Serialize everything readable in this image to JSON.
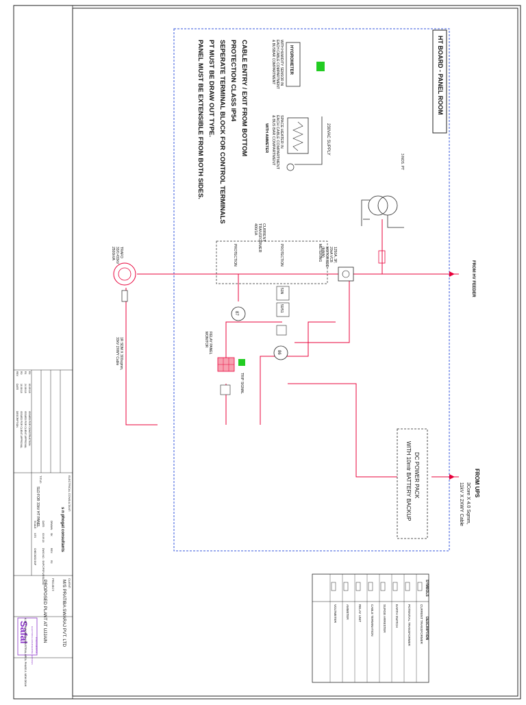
{
  "colors": {
    "red_line": "#e8003a",
    "blue_border": "#3355dd",
    "green_marker": "#22cc22",
    "brand_purple": "#8a33c8"
  },
  "board": {
    "title": "HT BOARD - PANEL ROOM",
    "notes": [
      "CABLE ENTRY / EXIT FROM BOTTOM",
      "PROTECTION CLASS IP54",
      "SEPERATE TERMINAL BLOCK FOR CONTROL TERMINALS",
      "PT MUST BE DRAW OUT TYPE.",
      "PANEL MUST BE EXTENSIBLE FROM BOTH SIDES."
    ],
    "hygrometer": "HYGROMETER",
    "hygrometer_note": [
      "WITH HUMIDITY SENSOR IN",
      "EACH CABLE COMPARTMENT",
      "& BUSBAR COMPARTMENT"
    ],
    "supply": "230VAC SUPPLY",
    "heater_note": [
      "SPACE HEATER IN",
      "EACH CABLE COMPARTMENT",
      "& BUS BAR COMPARTMENT",
      "WITH AMMETER"
    ],
    "ct_label": [
      "CURRENT",
      "TRANSFORMER",
      "400/1A"
    ],
    "breaker": [
      "1250A, 3P,",
      "20kA VCB",
      "MOTORISED",
      "(MAIN)"
    ],
    "protection_labels": [
      "METERING",
      "PROTECTION",
      "PROTECTION"
    ],
    "relay_codes": [
      "87",
      "86",
      "51N",
      "50/51"
    ],
    "dc_power": [
      "DC POWER PACK",
      "WITH 10mtr BATTERY BACKUP"
    ],
    "from_ups": "FROM UPS",
    "ups_cable": [
      "3Core X 4.0 Sqmm,",
      "11kV X 2XWY Cable"
    ],
    "from_hv_feeder": "FROM HV FEEDER",
    "transformer": [
      "TRAFO",
      "33/0.433kV",
      "2500kVA"
    ],
    "relay_panel": [
      "RELAY PANEL",
      "MONITOR"
    ],
    "trip_signal": "TRIP SIGNAL",
    "to_trafo_cable": [
      "1R SDM X 300sqmm,",
      "33kV 2XWY Cable"
    ]
  },
  "legend": {
    "heading": "SYMBOLS",
    "description_heading": "DESCRIPTION",
    "items": [
      "CURRENT TRANSFORMER",
      "POTENTIAL TRANSFORMER",
      "EARTH SWITCH",
      "SURGE ARRESTER",
      "CABLE TERMINATION",
      "RELAY UNIT",
      "AMMETER",
      "VOLTMETER"
    ]
  },
  "title_block": {
    "client_label": "CLIENT:",
    "client": "M/S PRATIBA SWARAJ PVT. LTD",
    "project_label": "PROJECT:",
    "project": "PROPOSED PLANT AT UJJAIN",
    "consultant_label": "ELECTRICAL CONSULTANT:",
    "consultant": "s n phogat consultants",
    "drawing_title_label": "TITLE:",
    "drawing_title": "SLD FOR 33kV HT PANEL",
    "firm_name": "Safal",
    "firm_suffix": "ENGINEERS",
    "firm_tagline": "ELECTRICAL ENGINEERING SERVICES",
    "firm_address": "A-15/1, MAYAPURI INDUSTRIAL AREA, PHASE-II, NEW DELHI",
    "revisions": [
      {
        "rev": "R0",
        "date": "10.08.18",
        "desc": "ISSUED FOR CLIENT APPROVAL"
      },
      {
        "rev": "R1",
        "date": "24.08.18",
        "desc": "ISSUED FOR CLIENT APPROVAL"
      },
      {
        "rev": "R2",
        "date": "03.09.18",
        "desc": "ISSUED FOR CONSTRUCTION"
      }
    ],
    "rev_headers": [
      "REV",
      "DATE",
      "DESCRIPTION"
    ],
    "fields": [
      {
        "label": "SCALE",
        "value": "NTS"
      },
      {
        "label": "DATE",
        "value": "03.09.18"
      },
      {
        "label": "DRAWN",
        "value": "SK"
      },
      {
        "label": "CHECKED",
        "value": "SNP"
      },
      {
        "label": "DWG NO.",
        "value": "SNPC/PSPL/E/SLD/02"
      },
      {
        "label": "REV",
        "value": "R2"
      }
    ]
  }
}
